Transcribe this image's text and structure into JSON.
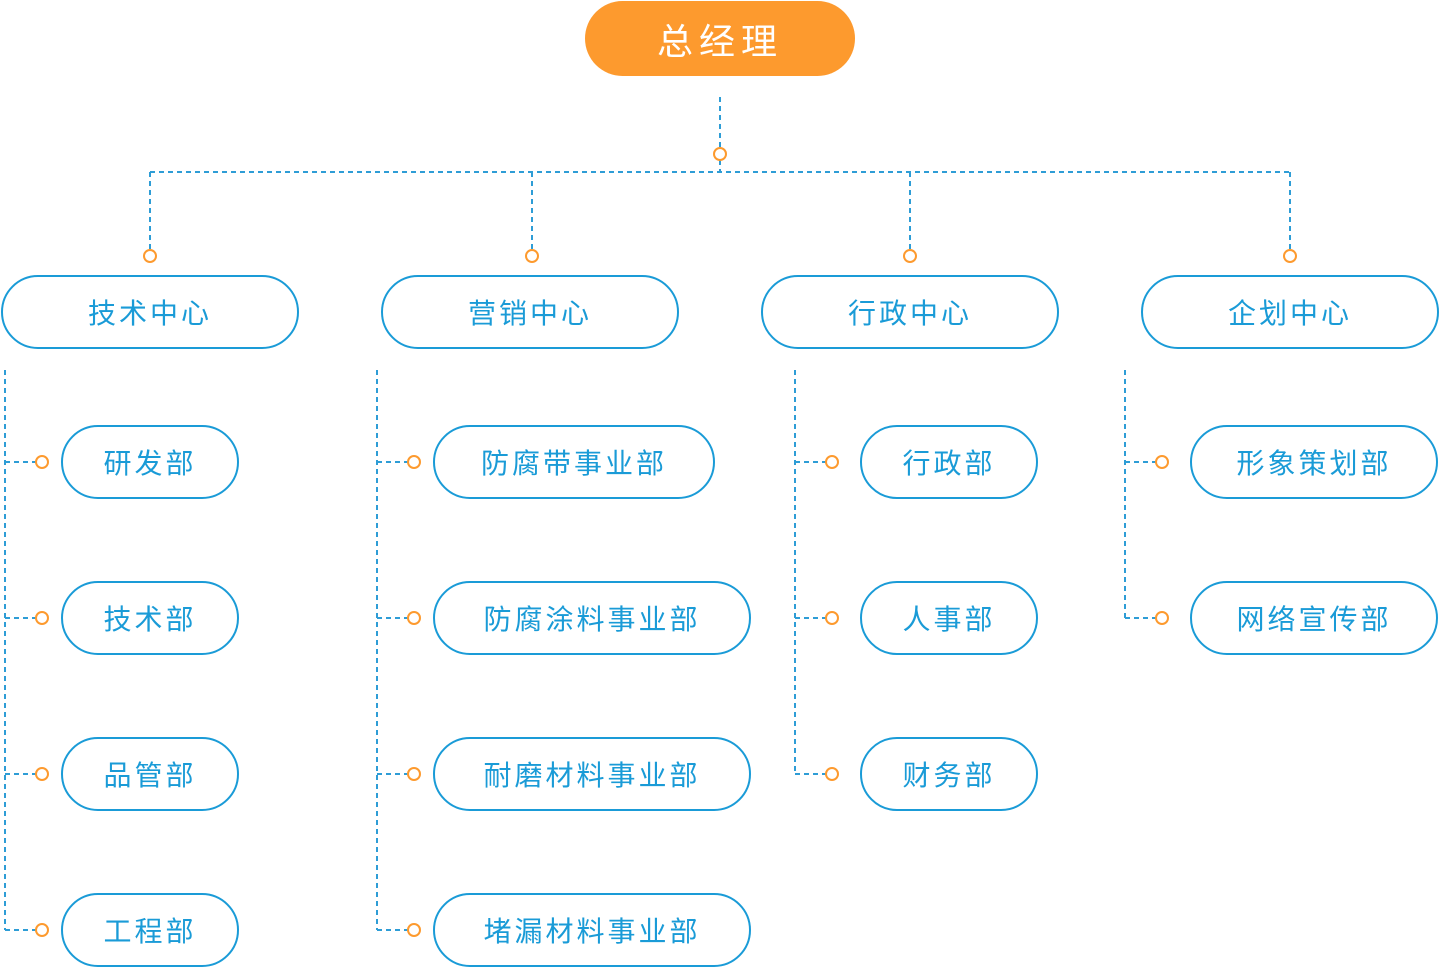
{
  "root": {
    "label": "总经理"
  },
  "centers": [
    {
      "label": "技术中心",
      "departments": [
        "研发部",
        "技术部",
        "品管部",
        "工程部"
      ]
    },
    {
      "label": "营销中心",
      "departments": [
        "防腐带事业部",
        "防腐涂料事业部",
        "耐磨材料事业部",
        "堵漏材料事业部"
      ]
    },
    {
      "label": "行政中心",
      "departments": [
        "行政部",
        "人事部",
        "财务部"
      ]
    },
    {
      "label": "企划中心",
      "departments": [
        "形象策划部",
        "网络宣传部"
      ]
    }
  ],
  "colors": {
    "primary": "#1a9bd7",
    "accent": "#fd9a2e",
    "line": "#2e9dd6"
  }
}
